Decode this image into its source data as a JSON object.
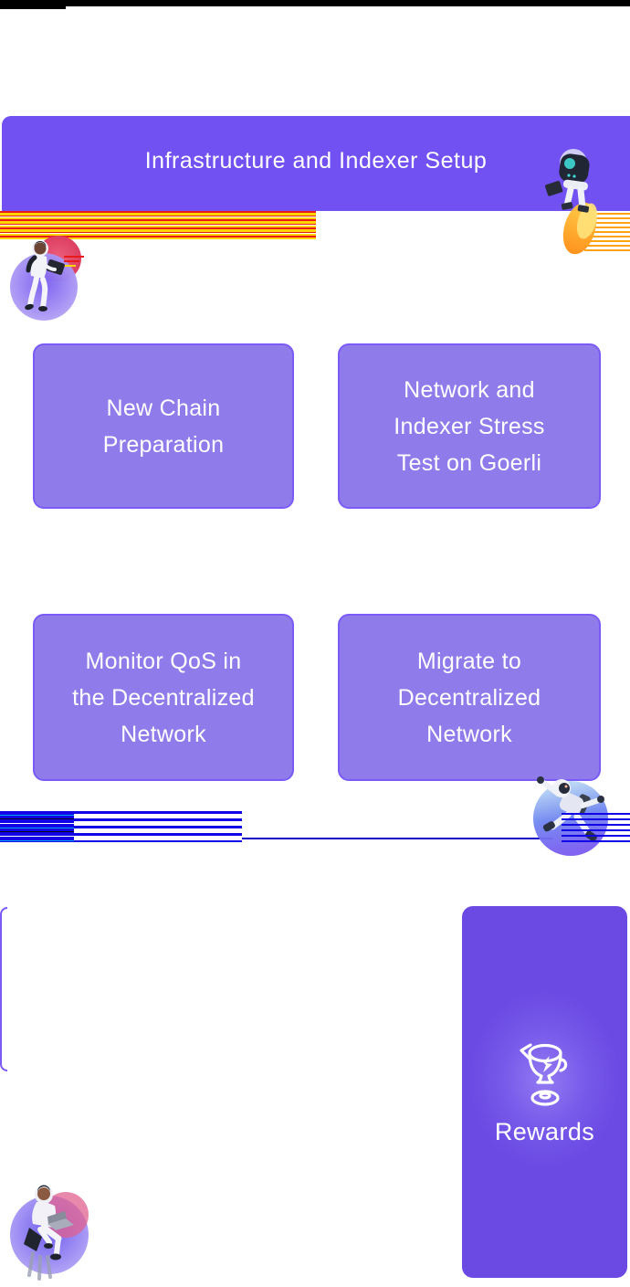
{
  "header": {
    "title": "Infrastructure and Indexer Setup"
  },
  "cards": [
    {
      "id": "new-chain-preparation",
      "label": "New Chain\nPreparation"
    },
    {
      "id": "network-indexer-stress-test",
      "label": "Network and\nIndexer Stress\nTest on Goerli"
    },
    {
      "id": "monitor-qos",
      "label": "Monitor QoS in\nthe Decentralized\nNetwork"
    },
    {
      "id": "migrate-to-decentralized-network",
      "label": "Migrate to\nDecentralized\nNetwork"
    }
  ],
  "rewards": {
    "label": "Rewards",
    "icon": "trophy-icon"
  },
  "illustrations": {
    "header_right": "rocket-astronaut-illustration",
    "top_left": "astronaut-holding-laptop-illustration",
    "mid_right": "floating-astronaut-illustration",
    "bottom_left": "person-on-chair-with-laptop-illustration"
  },
  "colors": {
    "header_bg": "#7251F2",
    "card_bg": "#8F7CEA",
    "card_border": "#7B5BF7",
    "rewards_bg": "#6A4AE3",
    "text": "#FFFFFF",
    "glitch_red": "#E81A1A",
    "glitch_yellow": "#FFD400",
    "glitch_blue": "#1202E6",
    "glitch_cyan": "#00A6F0",
    "glitch_orange": "#FFA216"
  }
}
